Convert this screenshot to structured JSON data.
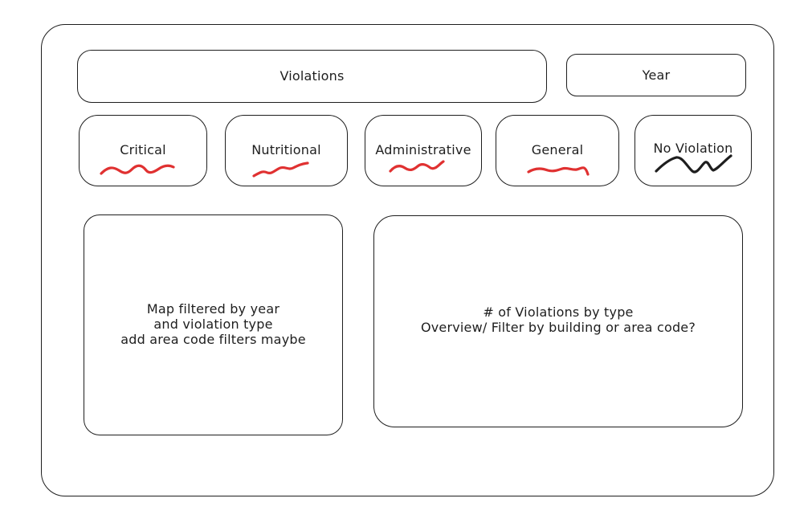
{
  "header": {
    "violations_label": "Violations",
    "year_label": "Year"
  },
  "cards": [
    {
      "label": "Critical",
      "squiggle_color": "#e03131"
    },
    {
      "label": "Nutritional",
      "squiggle_color": "#e03131"
    },
    {
      "label": "Administrative",
      "squiggle_color": "#e03131"
    },
    {
      "label": "General",
      "squiggle_color": "#e03131"
    },
    {
      "label": "No Violation",
      "squiggle_color": "#1e1e1e"
    }
  ],
  "map_panel": {
    "lines": [
      "Map filtered by year",
      "and violation type",
      "add area code filters maybe"
    ]
  },
  "chart_panel": {
    "lines": [
      "# of Violations by type",
      "Overview/ Filter by building or area code?"
    ]
  },
  "colors": {
    "stroke": "#1e1e1e",
    "accent_red": "#e03131"
  }
}
